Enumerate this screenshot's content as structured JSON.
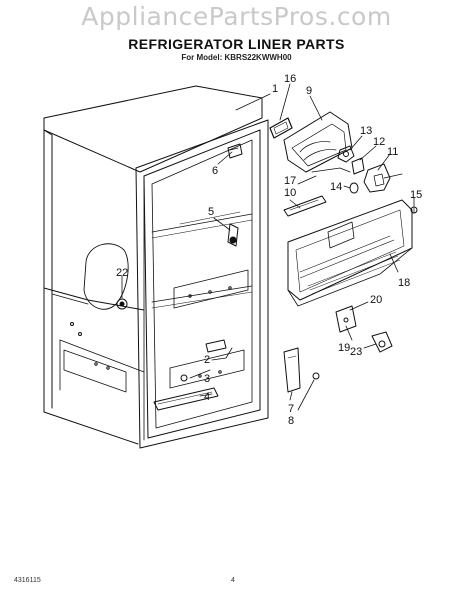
{
  "watermark": "AppliancePartsPros.com",
  "title": "REFRIGERATOR LINER PARTS",
  "subtitle": "For Model: KBRS22KWWH00",
  "footer": {
    "doc_number": "4316115",
    "page_number": "4"
  },
  "callouts": [
    "1",
    "16",
    "9",
    "13",
    "12",
    "11",
    "6",
    "17",
    "10",
    "14",
    "15",
    "5",
    "18",
    "22",
    "20",
    "19",
    "23",
    "2",
    "3",
    "4",
    "7",
    "8"
  ]
}
